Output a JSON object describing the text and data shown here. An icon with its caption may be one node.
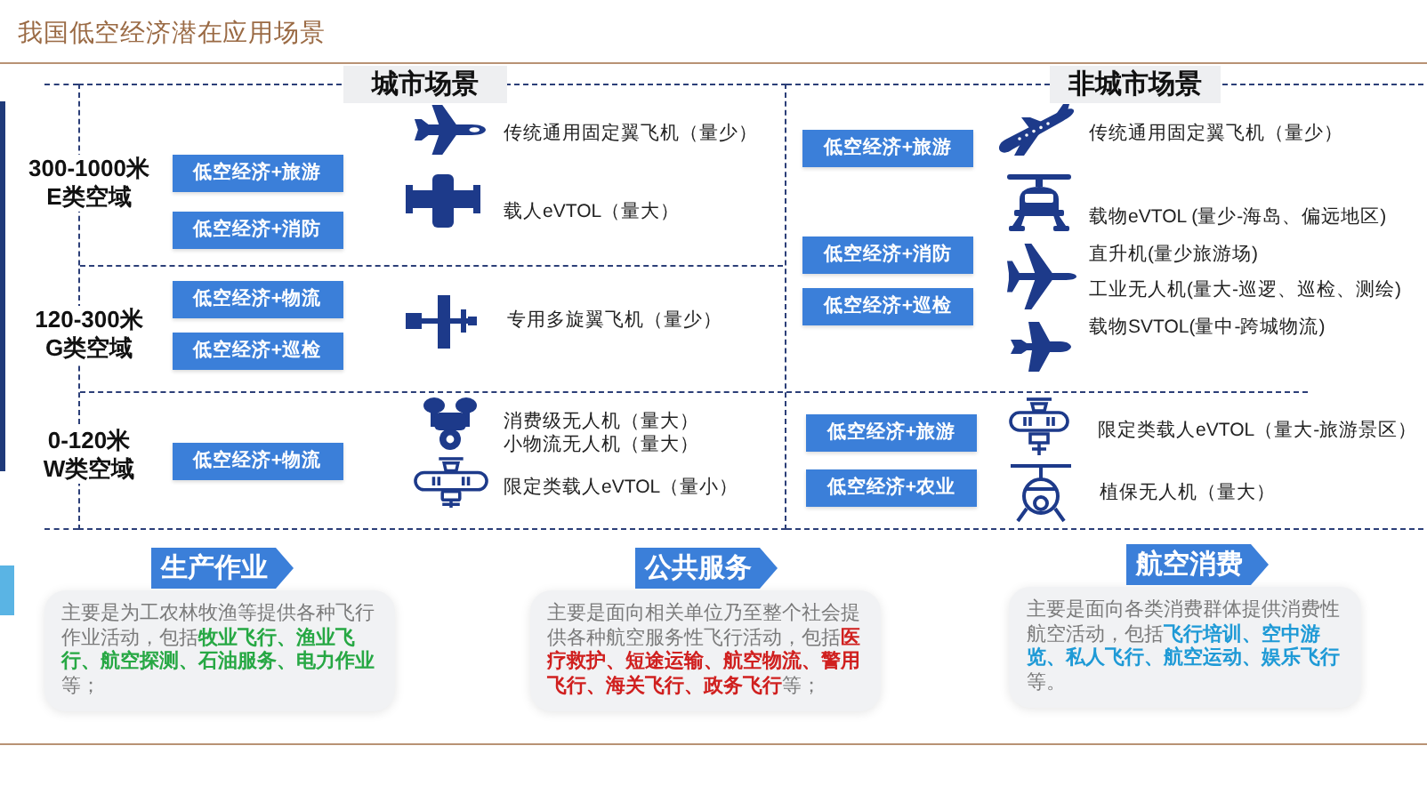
{
  "diagram": {
    "title": "我国低空经济潜在应用场景",
    "nodes": [
      {
        "text": [
          "城市场景"
        ]
      },
      {
        "text": [
          "非城市场景"
        ]
      },
      {
        "text": [
          "低空经济+旅游"
        ],
        "in": 0
      },
      {
        "text": [
          "低空经济+消防"
        ],
        "in": 0
      },
      {
        "text": [
          "低空经济+物流"
        ],
        "in": 0
      },
      {
        "text": [
          "低空经济+巡检"
        ],
        "in": 0
      },
      {
        "text": [
          "低空经济+物流"
        ],
        "in": 0
      },
      {
        "text": [
          "低空经济+旅游"
        ],
        "in": 1
      },
      {
        "text": [
          "低空经济+消防"
        ],
        "in": 1
      },
      {
        "text": [
          "低空经济+巡检"
        ],
        "in": 1
      },
      {
        "text": [
          "低空经济+旅游"
        ],
        "in": 1
      },
      {
        "text": [
          "低空经济+农业"
        ],
        "in": 1
      },
      {
        "text": [
          "生产作业",
          "主要是为工农林牧渔等提供各种飞行作业活动，包括**牧业飞行、渔业飞行、航空探测、石油服务、电力作业**等；"
        ]
      },
      {
        "text": [
          "公共服务",
          "主要是面向相关单位乃至整个社会提供各种航空服务性飞行活动，包括**医疗救护、短途运输、航空物流、警用飞行、海关飞行、政务飞行**等；"
        ]
      },
      {
        "text": [
          "航空消费",
          "主要是面向各类消费群体提供消费性航空活动，包括**飞行培训、空中游览、私人飞行、航空运动、娱乐飞行**等。"
        ]
      }
    ],
    "labels": [
      "300-1000米",
      "E类空域",
      "120-300米",
      "G类空域",
      "0-120米",
      "W类空域",
      "传统通用固定翼飞机（量少）",
      "载人eVTOL（量大）",
      "专用多旋翼飞机（量少）",
      "消费级无人机（量大）",
      "小物流无人机（量大）",
      "限定类载人eVTOL（量小）",
      "传统通用固定翼飞机（量少）",
      "载物eVTOL (量少-海岛、偏远地区)",
      "直升机(量少旅游场)",
      "工业无人机(量大-巡逻、巡检、测绘)",
      "载物SVTOL(量中-跨城物流)",
      "限定类载人eVTOL（量大-旅游景区）",
      "植保无人机（量大）"
    ]
  }
}
